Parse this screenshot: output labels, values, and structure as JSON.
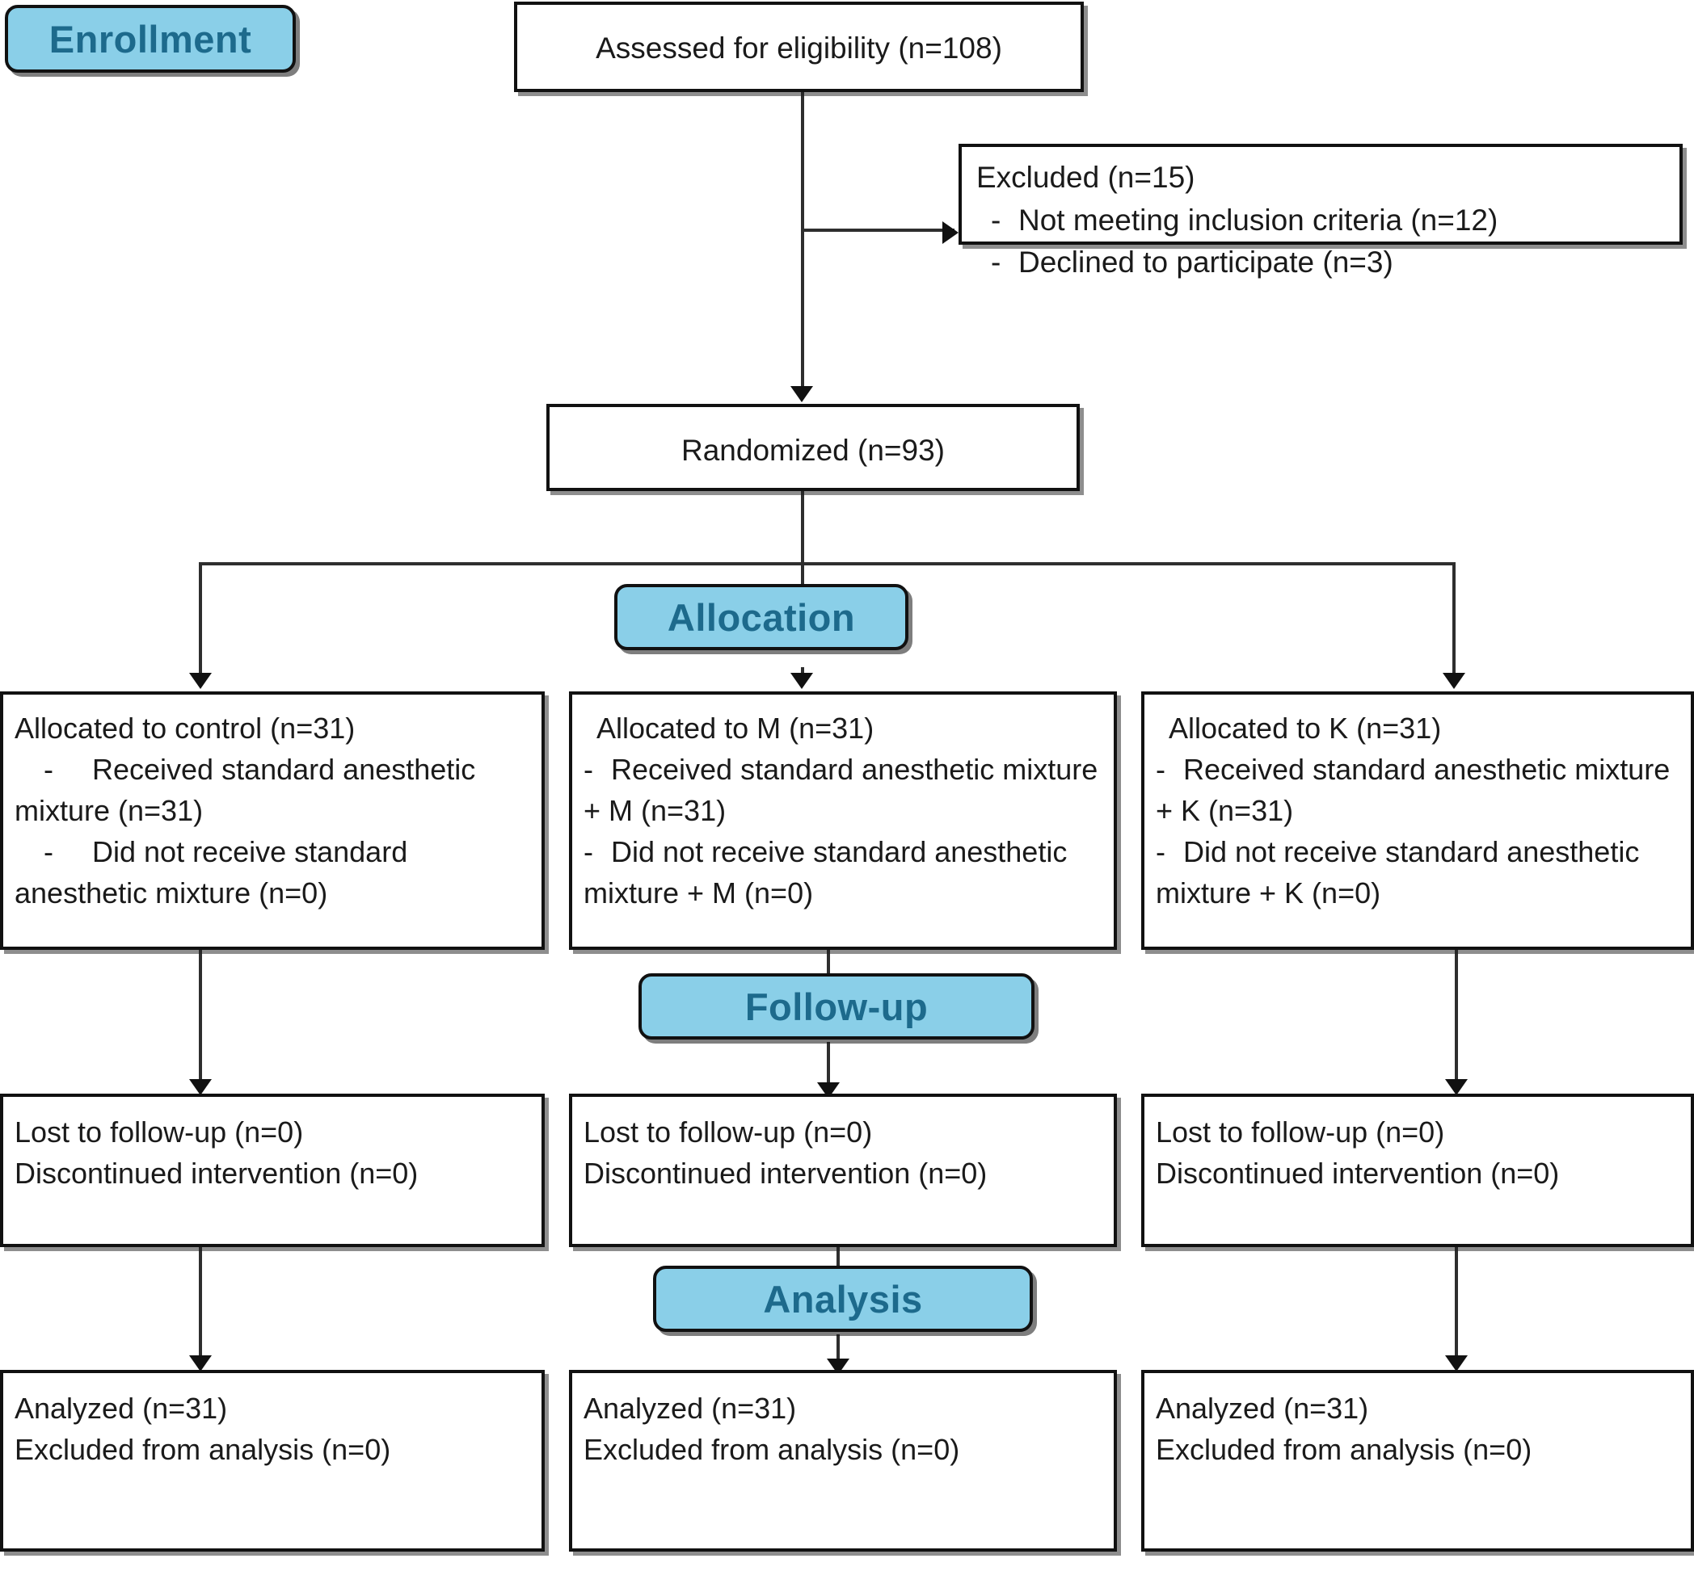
{
  "diagram": {
    "title": "CONSORT participant flow diagram",
    "colors": {
      "stage_fill": "#8ACFE8",
      "stage_text": "#1D6A8C",
      "box_border": "#111111",
      "box_fill": "#FFFFFF",
      "line": "#2E2E2E"
    }
  },
  "stages": {
    "enrollment": "Enrollment",
    "allocation": "Allocation",
    "followup": "Follow-up",
    "analysis": "Analysis"
  },
  "enrollment": {
    "assessed": "Assessed for eligibility (n=108)",
    "excluded": {
      "heading": "Excluded (n=15)",
      "items": [
        "Not meeting inclusion criteria (n=12)",
        "Declined to participate (n=3)"
      ]
    },
    "randomized": "Randomized (n=93)"
  },
  "allocation": {
    "arms": [
      {
        "heading": "Allocated to control (n=31)",
        "items": [
          "Received standard anesthetic mixture (n=31)",
          "Did not receive standard anesthetic mixture (n=0)"
        ]
      },
      {
        "heading": "Allocated to M (n=31)",
        "items": [
          "Received standard anesthetic mixture + M (n=31)",
          "Did not receive standard anesthetic mixture + M (n=0)"
        ]
      },
      {
        "heading": "Allocated to K (n=31)",
        "items": [
          "Received standard anesthetic mixture + K (n=31)",
          "Did not receive standard anesthetic mixture + K (n=0)"
        ]
      }
    ]
  },
  "followup": {
    "arms": [
      {
        "line1": "Lost to follow-up (n=0)",
        "line2": "Discontinued intervention (n=0)"
      },
      {
        "line1": "Lost to follow-up (n=0)",
        "line2": "Discontinued intervention (n=0)"
      },
      {
        "line1": "Lost to follow-up (n=0)",
        "line2": "Discontinued intervention (n=0)"
      }
    ]
  },
  "analysis": {
    "arms": [
      {
        "line1": "Analyzed (n=31)",
        "line2": "Excluded from analysis (n=0)"
      },
      {
        "line1": "Analyzed (n=31)",
        "line2": "Excluded from analysis (n=0)"
      },
      {
        "line1": "Analyzed (n=31)",
        "line2": "Excluded from analysis (n=0)"
      }
    ]
  },
  "bullet_marker": "-"
}
